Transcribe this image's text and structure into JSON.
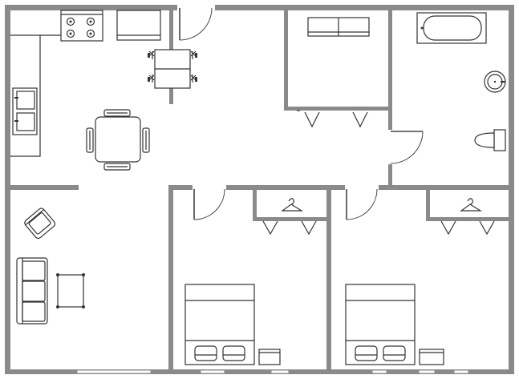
{
  "plan": {
    "colors": {
      "wall": "#8a8a8a",
      "line": "#333333",
      "background": "#ffffff"
    },
    "rooms": [
      "kitchen",
      "dining",
      "closet",
      "bathroom",
      "living-room",
      "bedroom-1",
      "bedroom-2"
    ]
  }
}
